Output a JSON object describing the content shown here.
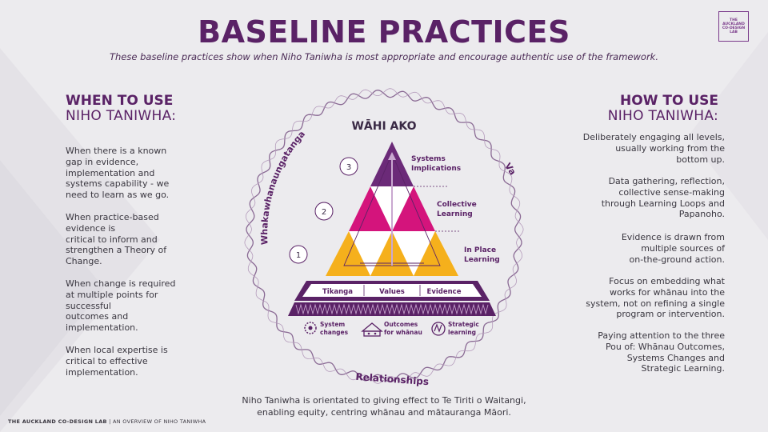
{
  "header": {
    "title": "BASELINE PRACTICES",
    "subtitle": "These baseline practices show when Niho Taniwha is most appropriate and encourage authentic use of the framework.",
    "logo_text": [
      "THE",
      "AUCKLAND",
      "CO-DESIGN",
      "LAB"
    ]
  },
  "left": {
    "heading_bold": "WHEN TO USE",
    "heading_light": "NIHO TANIWHA:",
    "paragraphs": [
      [
        "When there is a known",
        "gap in evidence,",
        "implementation and",
        "systems capability - we",
        "need to learn as we go."
      ],
      [
        "When practice-based",
        "evidence is",
        "critical to inform and",
        "strengthen a Theory of",
        "Change."
      ],
      [
        "When change is required",
        "at multiple points for",
        "successful",
        "outcomes and",
        "implementation."
      ],
      [
        "When local expertise is",
        "critical to effective",
        "implementation."
      ]
    ]
  },
  "right": {
    "heading_bold": "HOW TO USE",
    "heading_light": "NIHO TANIWHA:",
    "paragraphs": [
      [
        "Deliberately engaging all levels,",
        "usually working from the",
        "bottom up."
      ],
      [
        "Data gathering,  reflection,",
        "collective sense-making",
        "through Learning Loops and",
        "Papanoho."
      ],
      [
        "Evidence is drawn from",
        "multiple sources of",
        "on-the-ground action."
      ],
      [
        "Focus on embedding what",
        "works for whānau into the",
        "system, not on refining a single",
        "program or intervention."
      ],
      [
        "Paying attention to the three",
        "Pou of: Whānau Outcomes,",
        "Systems Changes and",
        "Strategic Learning."
      ]
    ]
  },
  "diagram": {
    "top_label": "WĀHI AKO",
    "left_arc_label": "Whakawhanaungatanga",
    "right_arc_label": "Va",
    "bottom_label": "Relationships",
    "levels": [
      {
        "number": "1",
        "label": [
          "In Place",
          "Learning"
        ]
      },
      {
        "number": "2",
        "label": [
          "Collective",
          "Learning"
        ]
      },
      {
        "number": "3",
        "label": [
          "Systems",
          "Implications"
        ]
      }
    ],
    "base_items": [
      "Tikanga",
      "Values",
      "Evidence"
    ],
    "pou": [
      {
        "label": [
          "System",
          "changes"
        ],
        "icon": "gears-icon"
      },
      {
        "label": [
          "Outcomes",
          "for whānau"
        ],
        "icon": "whare-icon"
      },
      {
        "label": [
          "Strategic",
          "learning"
        ],
        "icon": "learning-loop-icon"
      }
    ],
    "colors": {
      "purple": "#6b2a78",
      "dark_purple": "#5a2266",
      "magenta": "#d4147c",
      "gold": "#f5b01c"
    }
  },
  "footer": {
    "note": [
      "Niho Taniwha is orientated to giving effect to Te Tiriti o Waitangi,",
      "enabling equity, centring whānau and mātauranga Māori."
    ],
    "brand_bold": "THE AUCKLAND CO-DESIGN LAB",
    "brand_rest": "| AN OVERVIEW OF NIHO TANIWHA"
  }
}
